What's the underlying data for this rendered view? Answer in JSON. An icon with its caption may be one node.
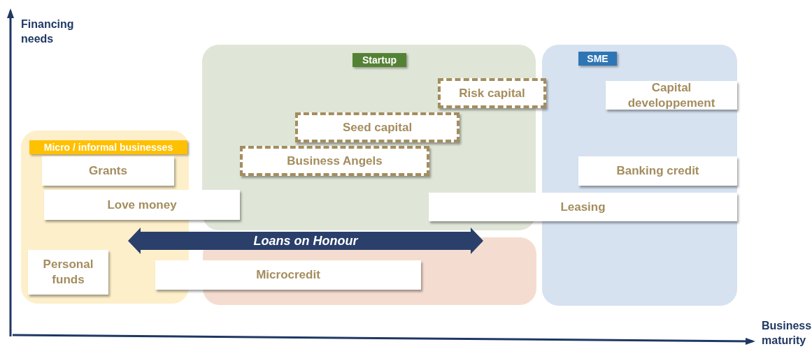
{
  "diagram": {
    "nodes": [
      {
        "text": [
          "Micro / informal businesses"
        ]
      },
      {
        "text": [
          "Startup"
        ]
      },
      {
        "text": [
          "SME"
        ]
      },
      {
        "text": [],
        "shape": "box"
      },
      {
        "text": [
          "Grants"
        ],
        "in": 0
      },
      {
        "text": [
          "Love money"
        ]
      },
      {
        "text": [
          "Personal funds"
        ],
        "in": 0
      },
      {
        "text": [
          "Risk capital"
        ]
      },
      {
        "text": [
          "Seed capital"
        ],
        "in": 1
      },
      {
        "text": [
          "Business Angels"
        ],
        "in": 1
      },
      {
        "text": [
          "Capital developpement"
        ],
        "in": 2
      },
      {
        "text": [
          "Banking credit"
        ],
        "in": 2
      },
      {
        "text": [
          "Leasing"
        ]
      },
      {
        "text": [
          "Loans on Honour"
        ]
      },
      {
        "text": [
          "Microcredit"
        ]
      }
    ],
    "edges": [],
    "labels": [
      "Financing needs",
      "Business maturity"
    ]
  }
}
